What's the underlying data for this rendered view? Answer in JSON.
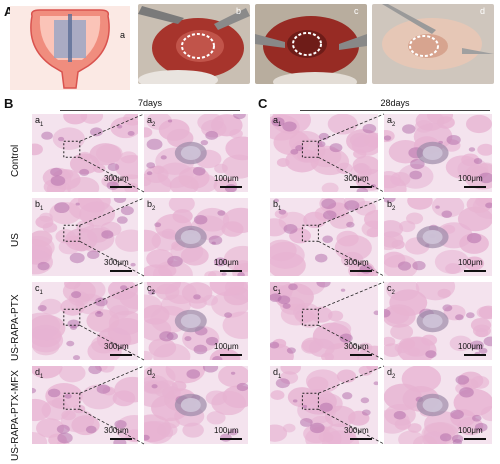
{
  "panels": {
    "A": {
      "letter": "A",
      "sublabels": [
        "a",
        "b",
        "c",
        "d"
      ]
    },
    "B": {
      "letter": "B",
      "header": "7days",
      "rows": [
        {
          "row_label": "Control",
          "left": "a",
          "left_sub": "1",
          "right": "a",
          "right_sub": "2",
          "scale_left": "300μm",
          "scale_right": "100μm"
        },
        {
          "row_label": "US",
          "left": "b",
          "left_sub": "1",
          "right": "b",
          "right_sub": "2",
          "scale_left": "300μm",
          "scale_right": "100μm"
        },
        {
          "row_label": "US-RAPA-PTX",
          "left": "c",
          "left_sub": "1",
          "right": "c",
          "right_sub": "2",
          "scale_left": "300μm",
          "scale_right": "100μm"
        },
        {
          "row_label": "US-RAPA-PTX-MFX",
          "left": "d",
          "left_sub": "1",
          "right": "d",
          "right_sub": "2",
          "scale_left": "300μm",
          "scale_right": "100μm"
        }
      ]
    },
    "C": {
      "letter": "C",
      "header": "28days",
      "rows": [
        {
          "left": "a",
          "left_sub": "1",
          "right": "a",
          "right_sub": "2",
          "scale_left": "300μm",
          "scale_right": "100μm"
        },
        {
          "left": "b",
          "left_sub": "1",
          "right": "b",
          "right_sub": "2",
          "scale_left": "300μm",
          "scale_right": "100μm"
        },
        {
          "left": "c",
          "left_sub": "1",
          "right": "c",
          "right_sub": "2",
          "scale_left": "300μm",
          "scale_right": "100μm"
        },
        {
          "left": "d",
          "left_sub": "1",
          "right": "d",
          "right_sub": "2",
          "scale_left": "300μm",
          "scale_right": "100μm"
        }
      ]
    }
  },
  "colors": {
    "he_pink": "#e7b3d2",
    "he_dark": "#b069a8",
    "tissue_bg": "#f4e3ee",
    "photo_red": "#8a2a22",
    "bladder_red": "#d9534f"
  }
}
